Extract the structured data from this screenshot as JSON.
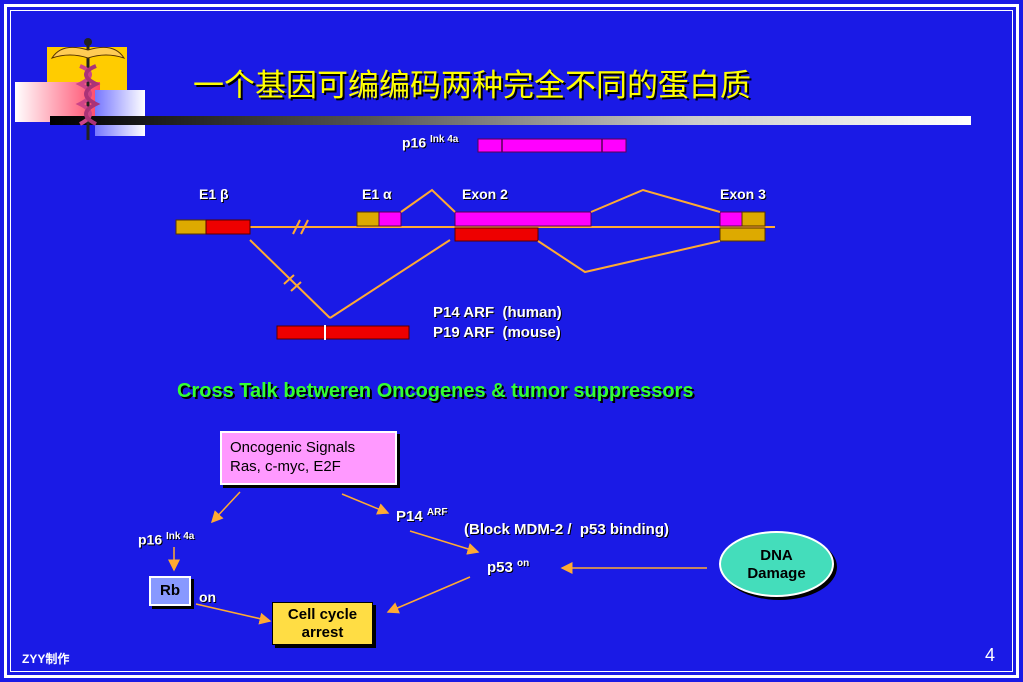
{
  "slide": {
    "title": "一个基因可编编码两种完全不同的蛋白质",
    "footer": "ZYY制作",
    "page_number": "4"
  },
  "gene": {
    "p16_label": "p16",
    "p16_sup": "Ink 4a",
    "e1b_label": "E1 β",
    "e1a_label": "E1 α",
    "exon2_label": "Exon 2",
    "exon3_label": "Exon 3",
    "arf_human": "P14 ARF  (human)",
    "arf_mouse": "P19 ARF  (mouse)"
  },
  "crosstalk": {
    "heading": "Cross Talk betweren Oncogenes & tumor suppressors",
    "onco_line1": "Oncogenic Signals",
    "onco_line2": "Ras, c-myc, E2F",
    "p14_label": "P14",
    "p14_sup": "ARF",
    "block_text": "(Block MDM-2 /  p53 binding)",
    "p16_label": "p16",
    "p16_sup": "Ink 4a",
    "p53_label": "p53",
    "p53_sup": "on",
    "rb_label": "Rb",
    "rb_on": "on",
    "cell_line1": "Cell cycle",
    "cell_line2": "arrest",
    "dna_line1": "DNA",
    "dna_line2": "Damage"
  },
  "colors": {
    "background": "#1a1ae6",
    "title": "#ffff00",
    "heading": "#33ff33",
    "exon_magenta": "#ff00ff",
    "exon_red": "#ee0000",
    "exon_gold": "#ddaa00",
    "line_orange": "#ffaa33"
  },
  "icons": [
    "caduceus-logo-icon"
  ]
}
